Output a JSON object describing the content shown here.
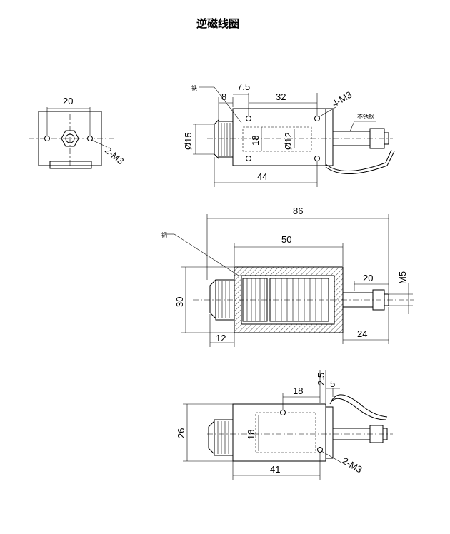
{
  "title": "逆磁线圈",
  "top_view": {
    "dim_width": "20",
    "thread_label": "2-M3"
  },
  "front_view": {
    "material_label": "铁",
    "dim_offset": "7.5",
    "dim_hole_spacing": "32",
    "thread_label": "4-M3",
    "rod_material": "不锈钢",
    "dim_flange": "8",
    "dim_dia_outer": "Ø15",
    "dim_height": "18",
    "dim_dia_inner": "Ø12",
    "dim_length": "44"
  },
  "section_view": {
    "material_label": "铜",
    "dim_total": "86",
    "dim_body": "50",
    "dim_rod": "20",
    "dim_thread": "M5",
    "dim_height": "30",
    "dim_flange": "12",
    "dim_rod_total": "24"
  },
  "side_view": {
    "dim_small": "2.5",
    "dim_hole_spacing": "18",
    "dim_offset": "5",
    "dim_height": "26",
    "dim_inner": "18",
    "dim_length": "41",
    "thread_label": "2-M3"
  }
}
